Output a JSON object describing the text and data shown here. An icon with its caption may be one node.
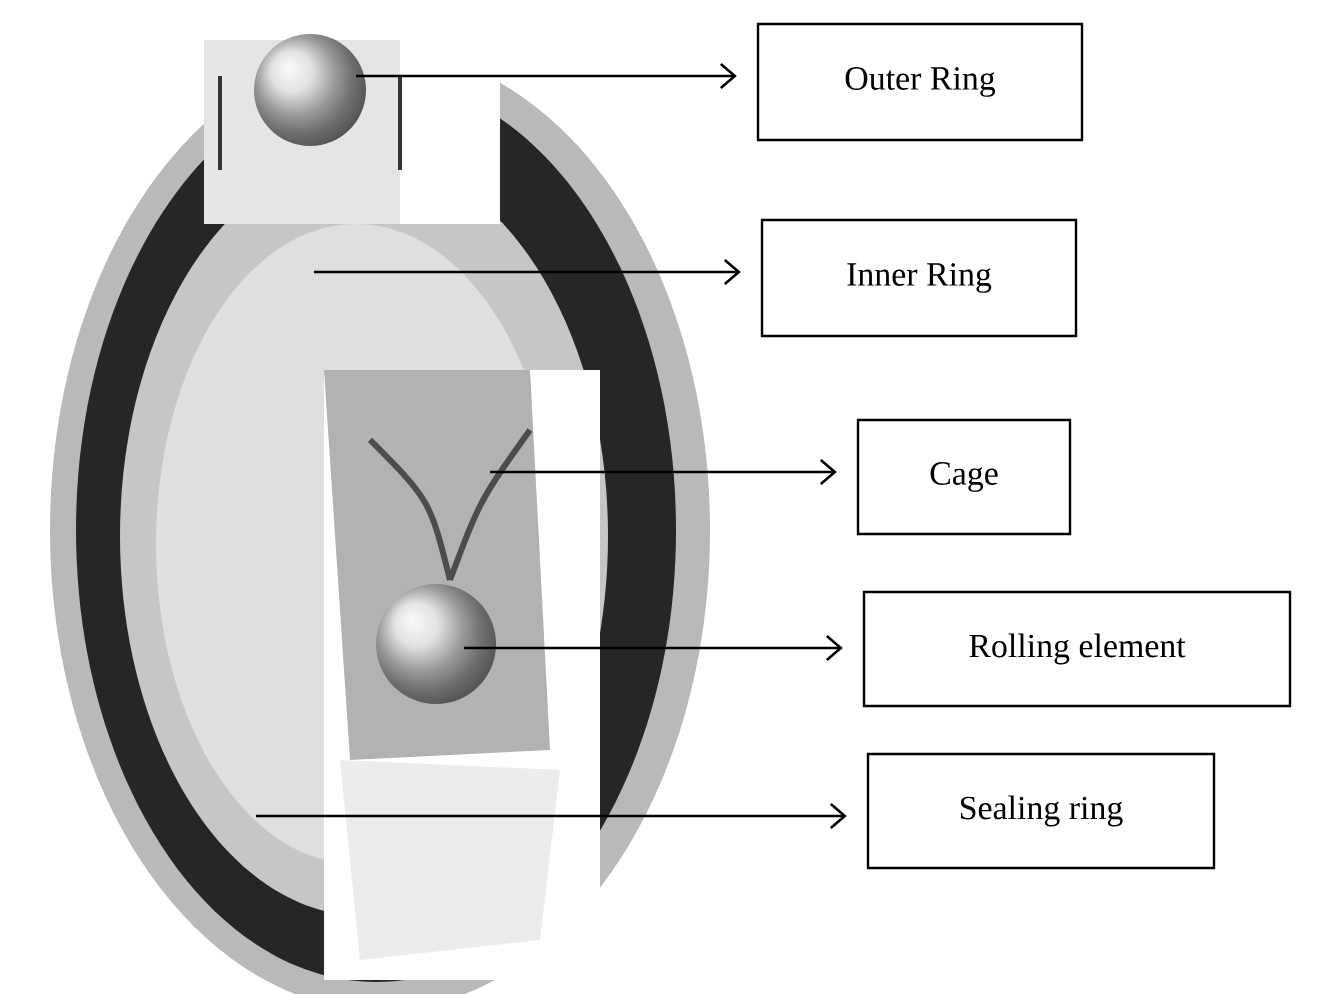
{
  "diagram": {
    "nodes": [
      {
        "text": [
          "Outer Ring"
        ]
      },
      {
        "text": [
          "Inner Ring"
        ]
      },
      {
        "text": [
          "Cage"
        ]
      },
      {
        "text": [
          "Rolling element"
        ]
      },
      {
        "text": [
          "Sealing ring"
        ]
      }
    ],
    "edges": [
      {
        "from": null,
        "to": 0,
        "arrow": "to"
      },
      {
        "from": null,
        "to": 1,
        "arrow": "to"
      },
      {
        "from": null,
        "to": 2,
        "arrow": "to"
      },
      {
        "from": null,
        "to": 3,
        "arrow": "to"
      },
      {
        "from": null,
        "to": 4,
        "arrow": "to"
      }
    ]
  }
}
